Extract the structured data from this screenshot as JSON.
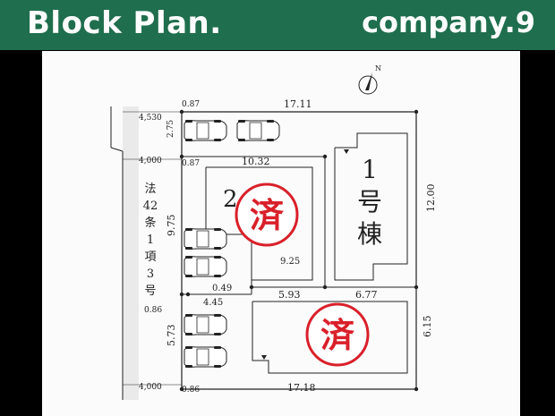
{
  "header": {
    "title": "Block Plan.",
    "company": "company.9",
    "background": "#1f6e4d"
  },
  "plan": {
    "compass_label": "N",
    "road_label": [
      "法",
      "42",
      "条",
      "1",
      "項",
      "3",
      "号"
    ],
    "road_widths": {
      "top": "4,530",
      "middle": "4,000",
      "bottom": "4,000"
    },
    "dimensions": {
      "top_setback": "0.87",
      "top_width": "17.11",
      "parking_depth": "2.75",
      "middle_setback": "0.87",
      "lot2_width": "10.32",
      "lot2_depth": "9.75",
      "lot2_inner": "9.25",
      "right_depth": "12.00",
      "gap": "0.49",
      "lot3_left": "4.45",
      "lot3_mid": "5.93",
      "lot3_right": "6.77",
      "left_offset": "0.86",
      "lot3_left_depth": "5.73",
      "lot3_right_depth": "6.15",
      "bottom_setback": "0.86",
      "bottom_width": "17.18"
    },
    "buildings": {
      "building1_label": [
        "1",
        "号",
        "棟"
      ],
      "building2_label_partial": "2"
    },
    "sold_stamp": "済",
    "stamp_color": "#d9202a"
  }
}
